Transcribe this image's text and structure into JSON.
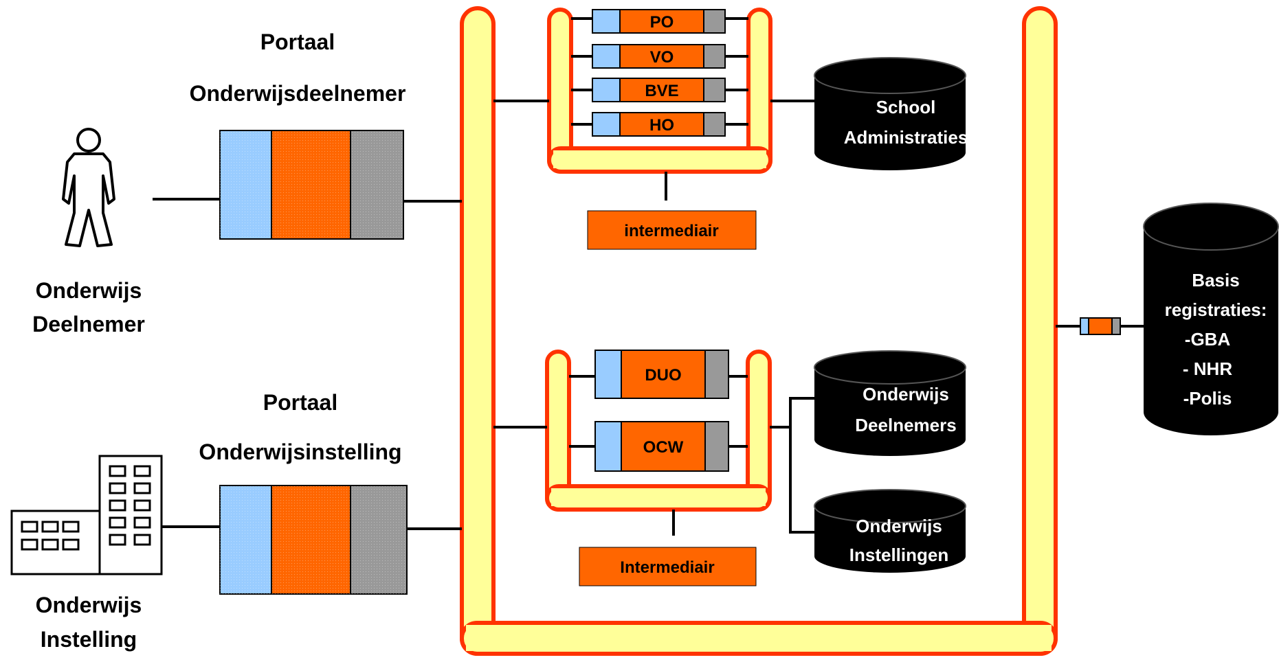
{
  "labels": {
    "portaal_deelnemer_line1": "Portaal",
    "portaal_deelnemer_line2": "Onderwijsdeelnemer",
    "portaal_instelling_line1": "Portaal",
    "portaal_instelling_line2": "Onderwijsinstelling",
    "deelnemer_line1": "Onderwijs",
    "deelnemer_line2": "Deelnemer",
    "instelling_line1": "Onderwijs",
    "instelling_line2": "Instelling"
  },
  "top_services": [
    "PO",
    "VO",
    "BVE",
    "HO"
  ],
  "top_intermediary": "intermediair",
  "bottom_services": [
    "DUO",
    "OCW"
  ],
  "bottom_intermediary": "Intermediair",
  "databases": {
    "school_line1": "School",
    "school_line2": "Administraties",
    "deelnemers_line1": "Onderwijs",
    "deelnemers_line2": "Deelnemers",
    "instellingen_line1": "Onderwijs",
    "instellingen_line2": "Instellingen",
    "basis_line1": "Basis",
    "basis_line2": "registraties:",
    "basis_line3": "-GBA",
    "basis_line4": "- NHR",
    "basis_line5": "-Polis"
  },
  "colors": {
    "bus_fill": "#ffff99",
    "bus_stroke": "#ff3300",
    "orange": "#ff6600",
    "blue": "#99ccff",
    "gray": "#999999",
    "black": "#000000"
  }
}
